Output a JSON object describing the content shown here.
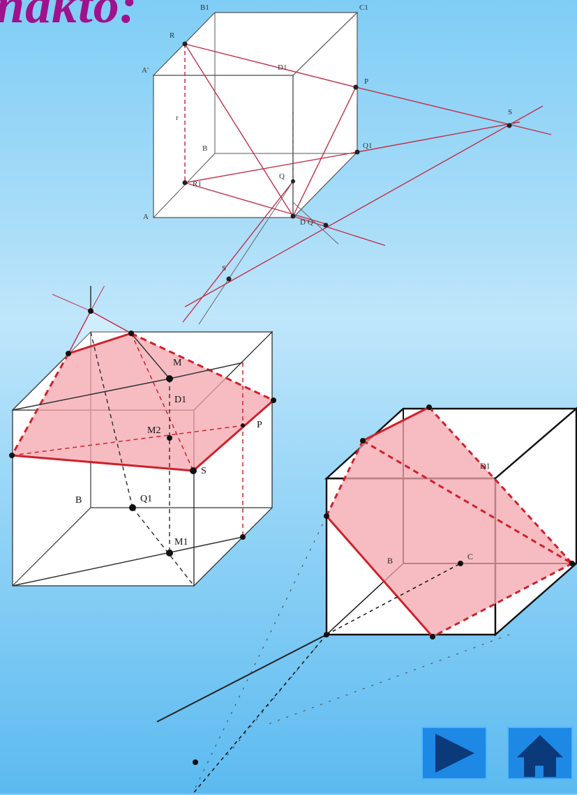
{
  "title": "nakto:",
  "figure1": {
    "labels": {
      "b1": "B1",
      "c1": "C1",
      "r": "R",
      "a1": "A'",
      "d1": "D1",
      "p": "P",
      "r2": "r",
      "b": "B",
      "q1": "Q1",
      "r1": "R1",
      "q": "Q",
      "a": "A",
      "dq": "D Q",
      "s1": "S",
      "s2": "S"
    }
  },
  "figure2": {
    "labels": {
      "m": "M",
      "d1": "D1",
      "m2": "M2",
      "p": "P",
      "s": "S",
      "b": "B",
      "q1": "Q1",
      "m1": "M1"
    }
  },
  "figure3": {
    "labels": {
      "d1": "D1",
      "b": "B",
      "c": "C"
    }
  },
  "nav": {
    "next": "next-slide",
    "home": "home"
  }
}
